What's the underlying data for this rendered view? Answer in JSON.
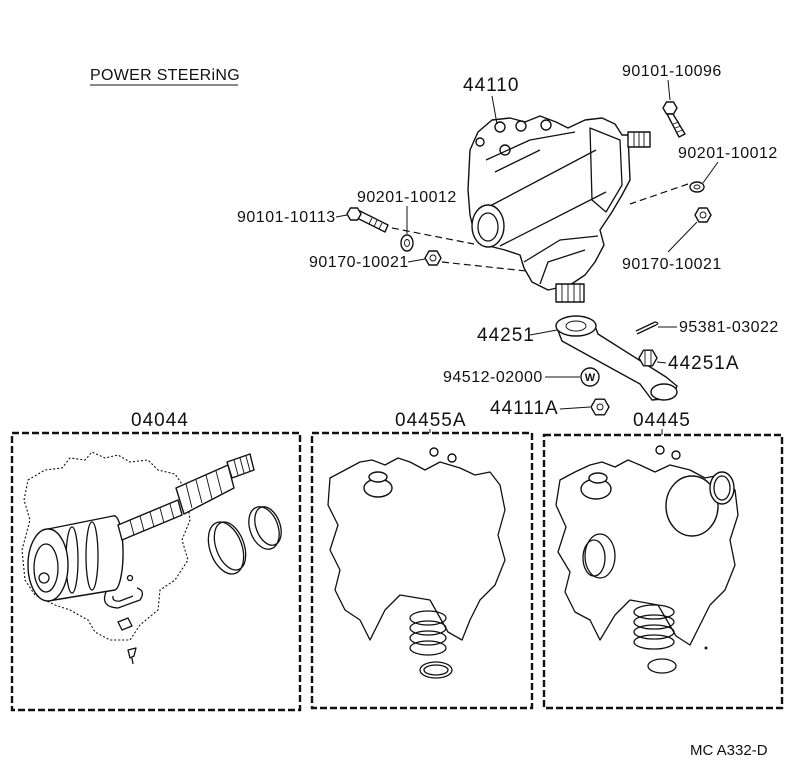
{
  "heading": "POWER STEERiNG",
  "callouts": {
    "gear_housing": "44110",
    "bolt_top": "90101-10096",
    "washer_right": "90201-10012",
    "washer_left": "90201-10012",
    "bolt_left": "90101-10113",
    "nut_left": "90170-10021",
    "nut_right": "90170-10021",
    "cotter_pin": "95381-03022",
    "pitman_arm": "44251",
    "pitman_nut": "44251A",
    "lock_washer": "94512-02000",
    "arm_nut": "44111A"
  },
  "washer_mark": "W",
  "kits": [
    {
      "number": "04044"
    },
    {
      "number": "04455A"
    },
    {
      "number": "04445"
    }
  ],
  "diagram_code": "MC A332-D"
}
